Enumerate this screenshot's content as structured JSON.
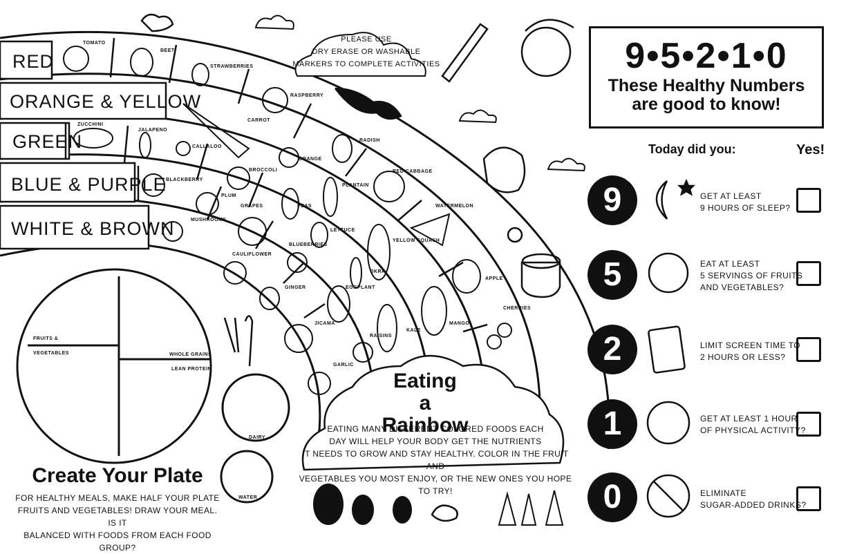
{
  "header": {
    "numbers": "9•5•2•1•0",
    "subtitle_line1": "These Healthy Numbers",
    "subtitle_line2": "are good to know!"
  },
  "note": {
    "line1": "PLEASE USE",
    "line2": "DRY ERASE OR WASHABLE",
    "line3": "MARKERS TO COMPLETE ACTIVITIES"
  },
  "checklist": {
    "prompt": "Today did you:",
    "yes_label": "Yes!",
    "rows": [
      {
        "number": "9",
        "icon": "moon-stars-icon",
        "line1": "GET AT LEAST",
        "line2": "9 HOURS OF SLEEP?",
        "line3": ""
      },
      {
        "number": "5",
        "icon": "tomato-icon",
        "line1": "EAT AT LEAST",
        "line2": "5 SERVINGS OF FRUITS",
        "line3": "AND VEGETABLES?"
      },
      {
        "number": "2",
        "icon": "phone-icon",
        "line1": "LIMIT SCREEN TIME TO",
        "line2": "2 HOURS OR LESS?",
        "line3": ""
      },
      {
        "number": "1",
        "icon": "soccer-ball-icon",
        "line1": "GET AT LEAST 1 HOUR",
        "line2": "OF PHYSICAL ACTIVITY?",
        "line3": ""
      },
      {
        "number": "0",
        "icon": "no-soda-icon",
        "line1": "ELIMINATE",
        "line2": "SUGAR-ADDED DRINKS?",
        "line3": ""
      }
    ]
  },
  "rainbow": {
    "bands": [
      "RED",
      "ORANGE & YELLOW",
      "GREEN",
      "BLUE & PURPLE",
      "WHITE & BROWN"
    ],
    "red": [
      "TOMATO",
      "BEET",
      "STRAWBERRIES",
      "RASPBERRY",
      "RADISH",
      "RED CABBAGE",
      "WATERMELON",
      "APPLE",
      "CHERRIES"
    ],
    "orange_yellow": [
      "CARROT",
      "ORANGE",
      "PLANTAIN",
      "YELLOW SQUASH",
      "MANGO"
    ],
    "green": [
      "ZUCCHINI",
      "JALAPENO",
      "CALLALOO",
      "BROCCOLI",
      "PEAS",
      "LETTUCE",
      "OKRA",
      "KALE"
    ],
    "blue_purple": [
      "BLACKBERRY",
      "PLUM",
      "GRAPES",
      "BLUEBERRIES",
      "EGGPLANT",
      "RAISINS"
    ],
    "white_brown": [
      "MUSHROOMS",
      "CAULIFLOWER",
      "GINGER",
      "JICAMA",
      "GARLIC"
    ]
  },
  "eating": {
    "title_line1": "Eating",
    "title_line2": "a Rainbow",
    "text_line1": "EATING MANY DIFFERENT COLORED FOODS EACH",
    "text_line2": "DAY WILL HELP YOUR BODY GET THE NUTRIENTS",
    "text_line3": "IT NEEDS TO GROW AND STAY HEALTHY. COLOR IN THE FRUIT AND",
    "text_line4": "VEGETABLES YOU MOST ENJOY, OR THE NEW ONES YOU HOPE TO TRY!"
  },
  "plate": {
    "fruits_label_1": "FRUITS &",
    "fruits_label_2": "VEGETABLES",
    "grains_label": "WHOLE GRAINS",
    "protein_label": "LEAN PROTEIN",
    "dairy_label": "DAIRY",
    "water_label": "WATER",
    "title": "Create Your Plate",
    "text_line1": "FOR HEALTHY MEALS, MAKE HALF YOUR PLATE",
    "text_line2": "FRUITS AND VEGETABLES! DRAW YOUR MEAL. IS IT",
    "text_line3": "BALANCED WITH FOODS FROM EACH FOOD GROUP?"
  }
}
